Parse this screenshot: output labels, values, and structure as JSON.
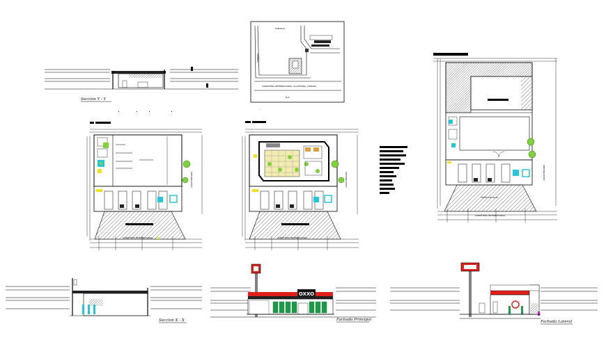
{
  "sheet": {
    "background": "#ffffff",
    "line_color": "#000000",
    "hatch_color": "#555555",
    "accent_colors": {
      "sign_red": "#e0201a",
      "glass_green": "#1c9a4a",
      "tree_green": "#7fd23a",
      "cyan": "#26c6da",
      "yellow": "#f2e01c",
      "magenta": "#d020d0"
    }
  },
  "location_plan": {
    "street_top": "TABASCO",
    "street_left": "AVENIDA",
    "road_label": "CARRETERA INTERNACIONAL, ALCANTARA, SONORA",
    "bottom_note": "N.D."
  },
  "section_yy": {
    "caption": "Seccion  Y - Y"
  },
  "section_xx": {
    "caption": "Seccion  X - X"
  },
  "plan_left": {
    "road_label": "CARRETERA INTERNACIONAL",
    "side_label": "CALLE PRIVADA"
  },
  "plan_mid": {
    "road_label": "CARRETERA INTERNACIONAL",
    "side_label": "CALLE PRIVADA"
  },
  "plan_right": {
    "road_label": "CARRETERA INTERNACIONAL",
    "side_label": "CALLE PRIVADA",
    "canopy_label": "TECHO DE ISLAS"
  },
  "elev_front": {
    "caption": "Fachada  Principal",
    "fascia_sign": "OXXO"
  },
  "elev_side": {
    "caption": "Fachada  Lateral"
  },
  "legend_table": {
    "rows": 12
  }
}
